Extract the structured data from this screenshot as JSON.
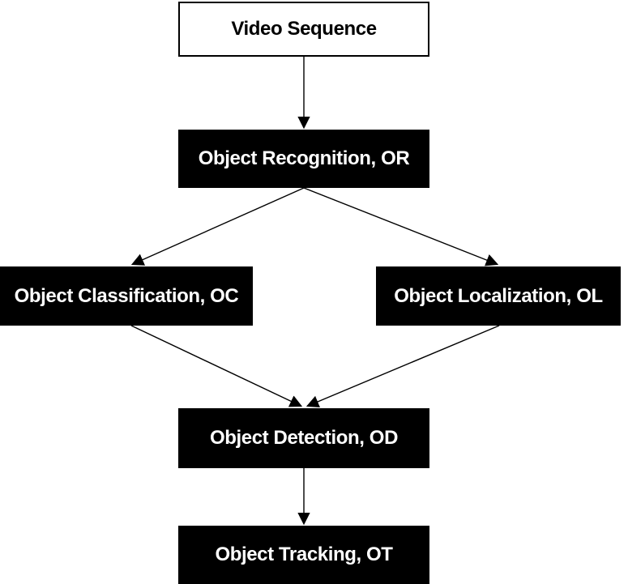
{
  "diagram": {
    "type": "flowchart",
    "colors": {
      "background": "#ffffff",
      "node_fill": "#000000",
      "node_text": "#ffffff",
      "source_node_fill": "#ffffff",
      "source_node_text": "#000000",
      "edge_line": "#000000"
    },
    "nodes": [
      {
        "id": "video-sequence",
        "label": "Video Sequence",
        "style": "light"
      },
      {
        "id": "object-recognition",
        "label": "Object Recognition, OR",
        "style": "dark"
      },
      {
        "id": "object-classification",
        "label": "Object Classification, OC",
        "style": "dark"
      },
      {
        "id": "object-localization",
        "label": "Object Localization, OL",
        "style": "dark"
      },
      {
        "id": "object-detection",
        "label": "Object Detection, OD",
        "style": "dark"
      },
      {
        "id": "object-tracking",
        "label": "Object Tracking, OT",
        "style": "dark"
      }
    ],
    "edges": [
      {
        "from": "video-sequence",
        "to": "object-recognition"
      },
      {
        "from": "object-recognition",
        "to": "object-classification"
      },
      {
        "from": "object-recognition",
        "to": "object-localization"
      },
      {
        "from": "object-classification",
        "to": "object-detection"
      },
      {
        "from": "object-localization",
        "to": "object-detection"
      },
      {
        "from": "object-detection",
        "to": "object-tracking"
      }
    ]
  }
}
